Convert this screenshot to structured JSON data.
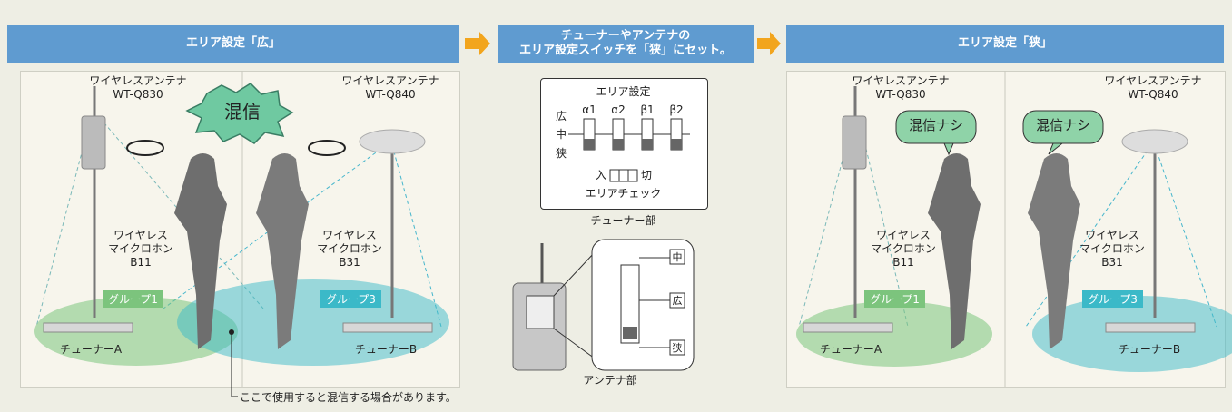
{
  "headers": {
    "left": "エリア設定「広」",
    "middle_line1": "チューナーやアンテナの",
    "middle_line2": "エリア設定スイッチを「狭」にセット。",
    "right": "エリア設定「狭」"
  },
  "left_panel": {
    "antenna_a": {
      "line1": "ワイヤレスアンテナ",
      "line2": "WT-Q830"
    },
    "antenna_b": {
      "line1": "ワイヤレスアンテナ",
      "line2": "WT-Q840"
    },
    "mic_a": {
      "line1": "ワイヤレス",
      "line2": "マイクロホン",
      "line3": "B11"
    },
    "mic_b": {
      "line1": "ワイヤレス",
      "line2": "マイクロホン",
      "line3": "B31"
    },
    "group_a": "グループ1",
    "group_b": "グループ3",
    "tuner_a": "チューナーA",
    "tuner_b": "チューナーB",
    "burst": "混信",
    "note": "ここで使用すると混信する場合があります。"
  },
  "middle_panel": {
    "tuner_box": {
      "title": "エリア設定",
      "channels": [
        "α1",
        "α2",
        "β1",
        "β2"
      ],
      "levels": [
        "広",
        "中",
        "狭"
      ],
      "on_label": "入",
      "off_label": "切",
      "check_label": "エリアチェック"
    },
    "tuner_caption": "チューナー部",
    "antenna_levels": [
      "中",
      "広",
      "狭"
    ],
    "antenna_caption": "アンテナ部"
  },
  "right_panel": {
    "antenna_a": {
      "line1": "ワイヤレスアンテナ",
      "line2": "WT-Q830"
    },
    "antenna_b": {
      "line1": "ワイヤレスアンテナ",
      "line2": "WT-Q840"
    },
    "mic_a": {
      "line1": "ワイヤレス",
      "line2": "マイクロホン",
      "line3": "B11"
    },
    "mic_b": {
      "line1": "ワイヤレス",
      "line2": "マイクロホン",
      "line3": "B31"
    },
    "group_a": "グループ1",
    "group_b": "グループ3",
    "tuner_a": "チューナーA",
    "tuner_b": "チューナーB",
    "bubble_a": "混信ナシ",
    "bubble_b": "混信ナシ"
  },
  "colors": {
    "header": "#5f9bd0",
    "arrow": "#f2a51d",
    "group_a": "#7cc47d",
    "group_b": "#3bb9c8",
    "burst": "#6fc9a1",
    "bubble": "#8fd3a8"
  }
}
